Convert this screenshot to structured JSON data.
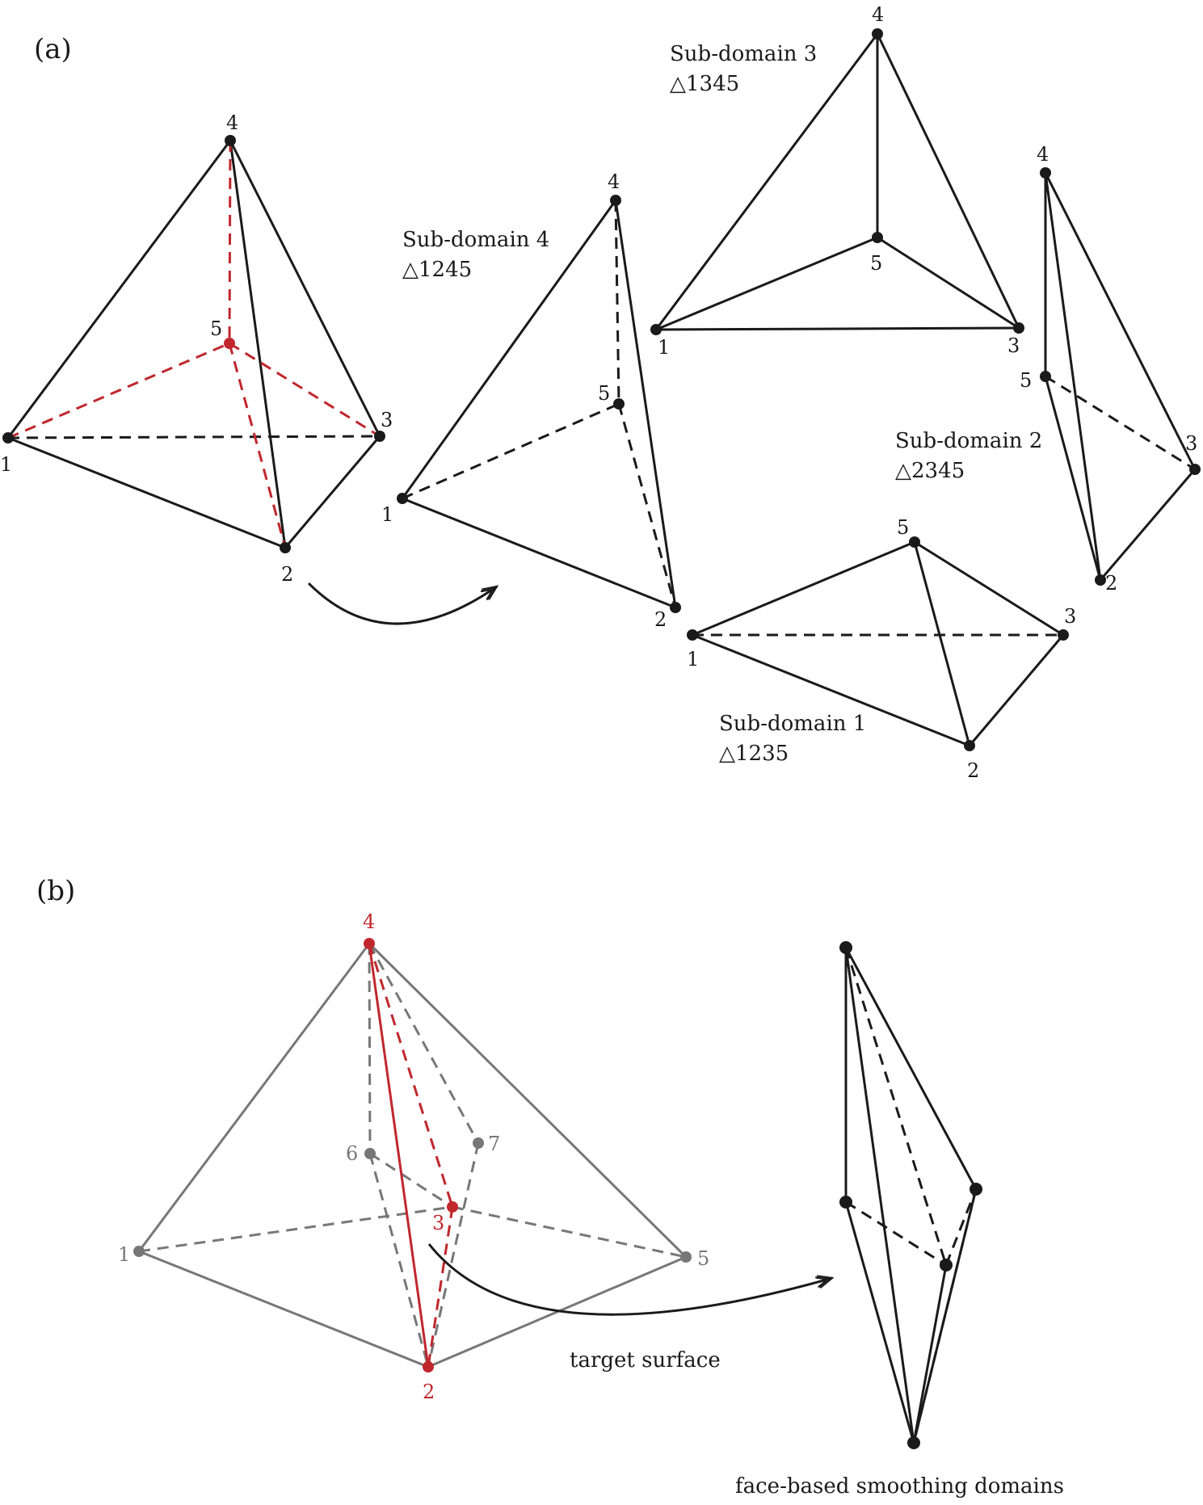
{
  "panel_a": {
    "label": "(a)",
    "main": {
      "v1": "1",
      "v2": "2",
      "v3": "3",
      "v4": "4",
      "v5": "5"
    },
    "sub4": {
      "title": "Sub-domain 4",
      "tri": "△1245",
      "v1": "1",
      "v2": "2",
      "v4": "4",
      "v5": "5"
    },
    "sub3": {
      "title": "Sub-domain 3",
      "tri": "△1345",
      "v1": "1",
      "v3": "3",
      "v4": "4",
      "v5": "5"
    },
    "sub2": {
      "title": "Sub-domain 2",
      "tri": "△2345",
      "v2": "2",
      "v3": "3",
      "v4": "4",
      "v5": "5"
    },
    "sub1": {
      "title": "Sub-domain 1",
      "tri": "△1235",
      "v1": "1",
      "v2": "2",
      "v3": "3",
      "v5": "5"
    }
  },
  "panel_b": {
    "label": "(b)",
    "main": {
      "v1": "1",
      "v2": "2",
      "v3": "3",
      "v4": "4",
      "v5": "5",
      "v6": "6",
      "v7": "7"
    },
    "target": "target surface",
    "result": "face-based smoothing domains"
  },
  "colors": {
    "black": "#1a1a1a",
    "red": "#c0272d",
    "gray": "#777777"
  }
}
